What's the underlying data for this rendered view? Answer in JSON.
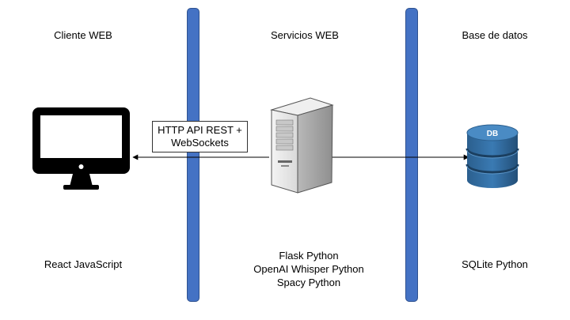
{
  "columns": [
    {
      "heading": "Cliente WEB",
      "tech": [
        "React JavaScript"
      ],
      "icon": "computer-monitor-icon"
    },
    {
      "heading": "Servicios WEB",
      "tech": [
        "Flask Python",
        "OpenAI Whisper Python",
        "Spacy Python"
      ],
      "icon": "server-tower-icon"
    },
    {
      "heading": "Base de datos",
      "tech": [
        "SQLite Python"
      ],
      "icon": "database-icon"
    }
  ],
  "connection": {
    "label_line1": "HTTP API REST +",
    "label_line2": "WebSockets"
  },
  "database_badge": "DB",
  "colors": {
    "pillar": "#4472c4",
    "database": "#2e6a9e"
  }
}
